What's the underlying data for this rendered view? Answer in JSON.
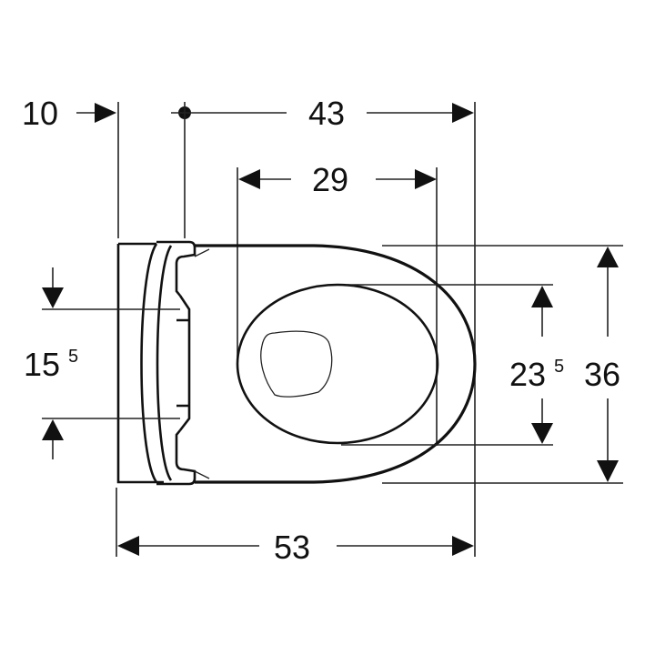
{
  "drawing": {
    "subject": "wall-hung toilet top view",
    "units": "cm",
    "line_color": "#111111",
    "background": "#ffffff"
  },
  "dimensions": {
    "wall_offset": {
      "value": "10",
      "label": "10"
    },
    "fixing_to_front": {
      "value": "43",
      "label": "43"
    },
    "bowl_opening_length": {
      "value": "29",
      "label": "29"
    },
    "fixing_hole_spacing": {
      "value": "15.5",
      "main": "15",
      "sup": "5"
    },
    "bowl_opening_width": {
      "value": "23.5",
      "main": "23",
      "sup": "5"
    },
    "overall_width": {
      "value": "36",
      "label": "36"
    },
    "overall_length": {
      "value": "53",
      "label": "53"
    }
  }
}
